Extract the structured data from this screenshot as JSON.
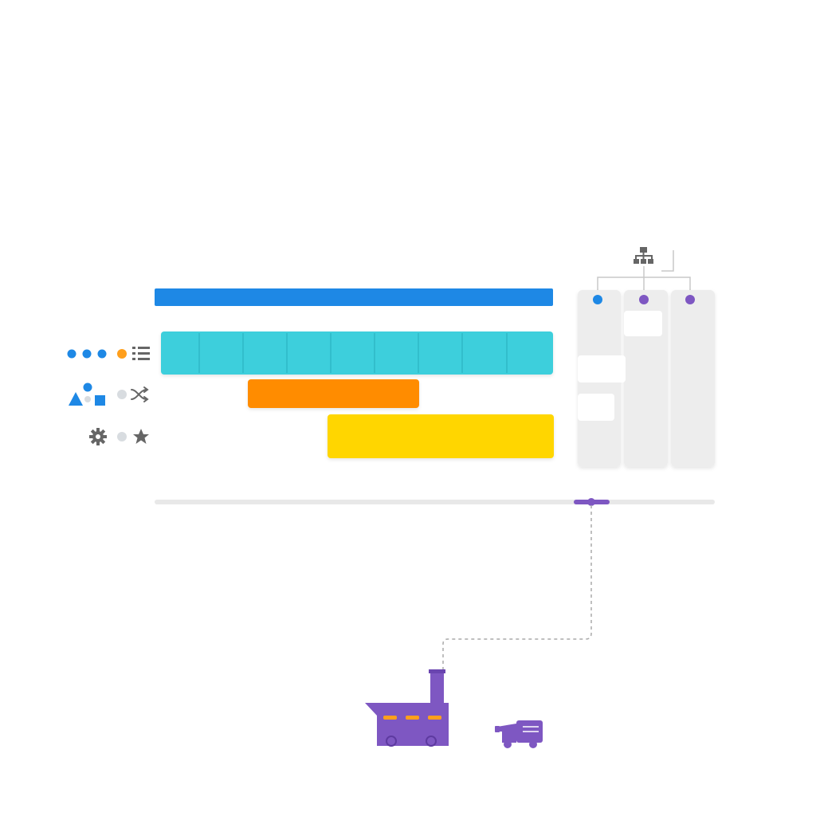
{
  "colors": {
    "blue": "#1E88E5",
    "cyan": "#3DCFDC",
    "orange": "#FF8C00",
    "yellow": "#FFD600",
    "purple": "#7E57C2",
    "gray_icon": "#666666",
    "light_gray": "#E8E8E8",
    "panel_gray": "#EDEDED",
    "dot_gray": "#D8DCE0"
  },
  "rows": [
    {
      "id": "row-1",
      "icons": [
        "three-dots-icon",
        "orange-dot-icon",
        "list-icon"
      ],
      "bar_color": "cyan",
      "segmented": true,
      "segments": 9
    },
    {
      "id": "row-2",
      "icons": [
        "shapes-icon",
        "gray-dot-icon",
        "shuffle-icon"
      ],
      "bar_color": "orange",
      "segmented": false
    },
    {
      "id": "row-3",
      "icons": [
        "gear-icon",
        "gray-dot-icon",
        "star-icon"
      ],
      "bar_color": "yellow",
      "segmented": false
    }
  ],
  "header_bar": {
    "color": "blue"
  },
  "columns_panel": {
    "icon": "hierarchy-icon",
    "columns": [
      {
        "id": "col-1",
        "dot_color": "blue"
      },
      {
        "id": "col-2",
        "dot_color": "purple"
      },
      {
        "id": "col-3",
        "dot_color": "purple"
      }
    ]
  },
  "timeline": {
    "marker_color": "purple"
  },
  "illustrations": [
    "factory-icon",
    "truck-icon"
  ]
}
